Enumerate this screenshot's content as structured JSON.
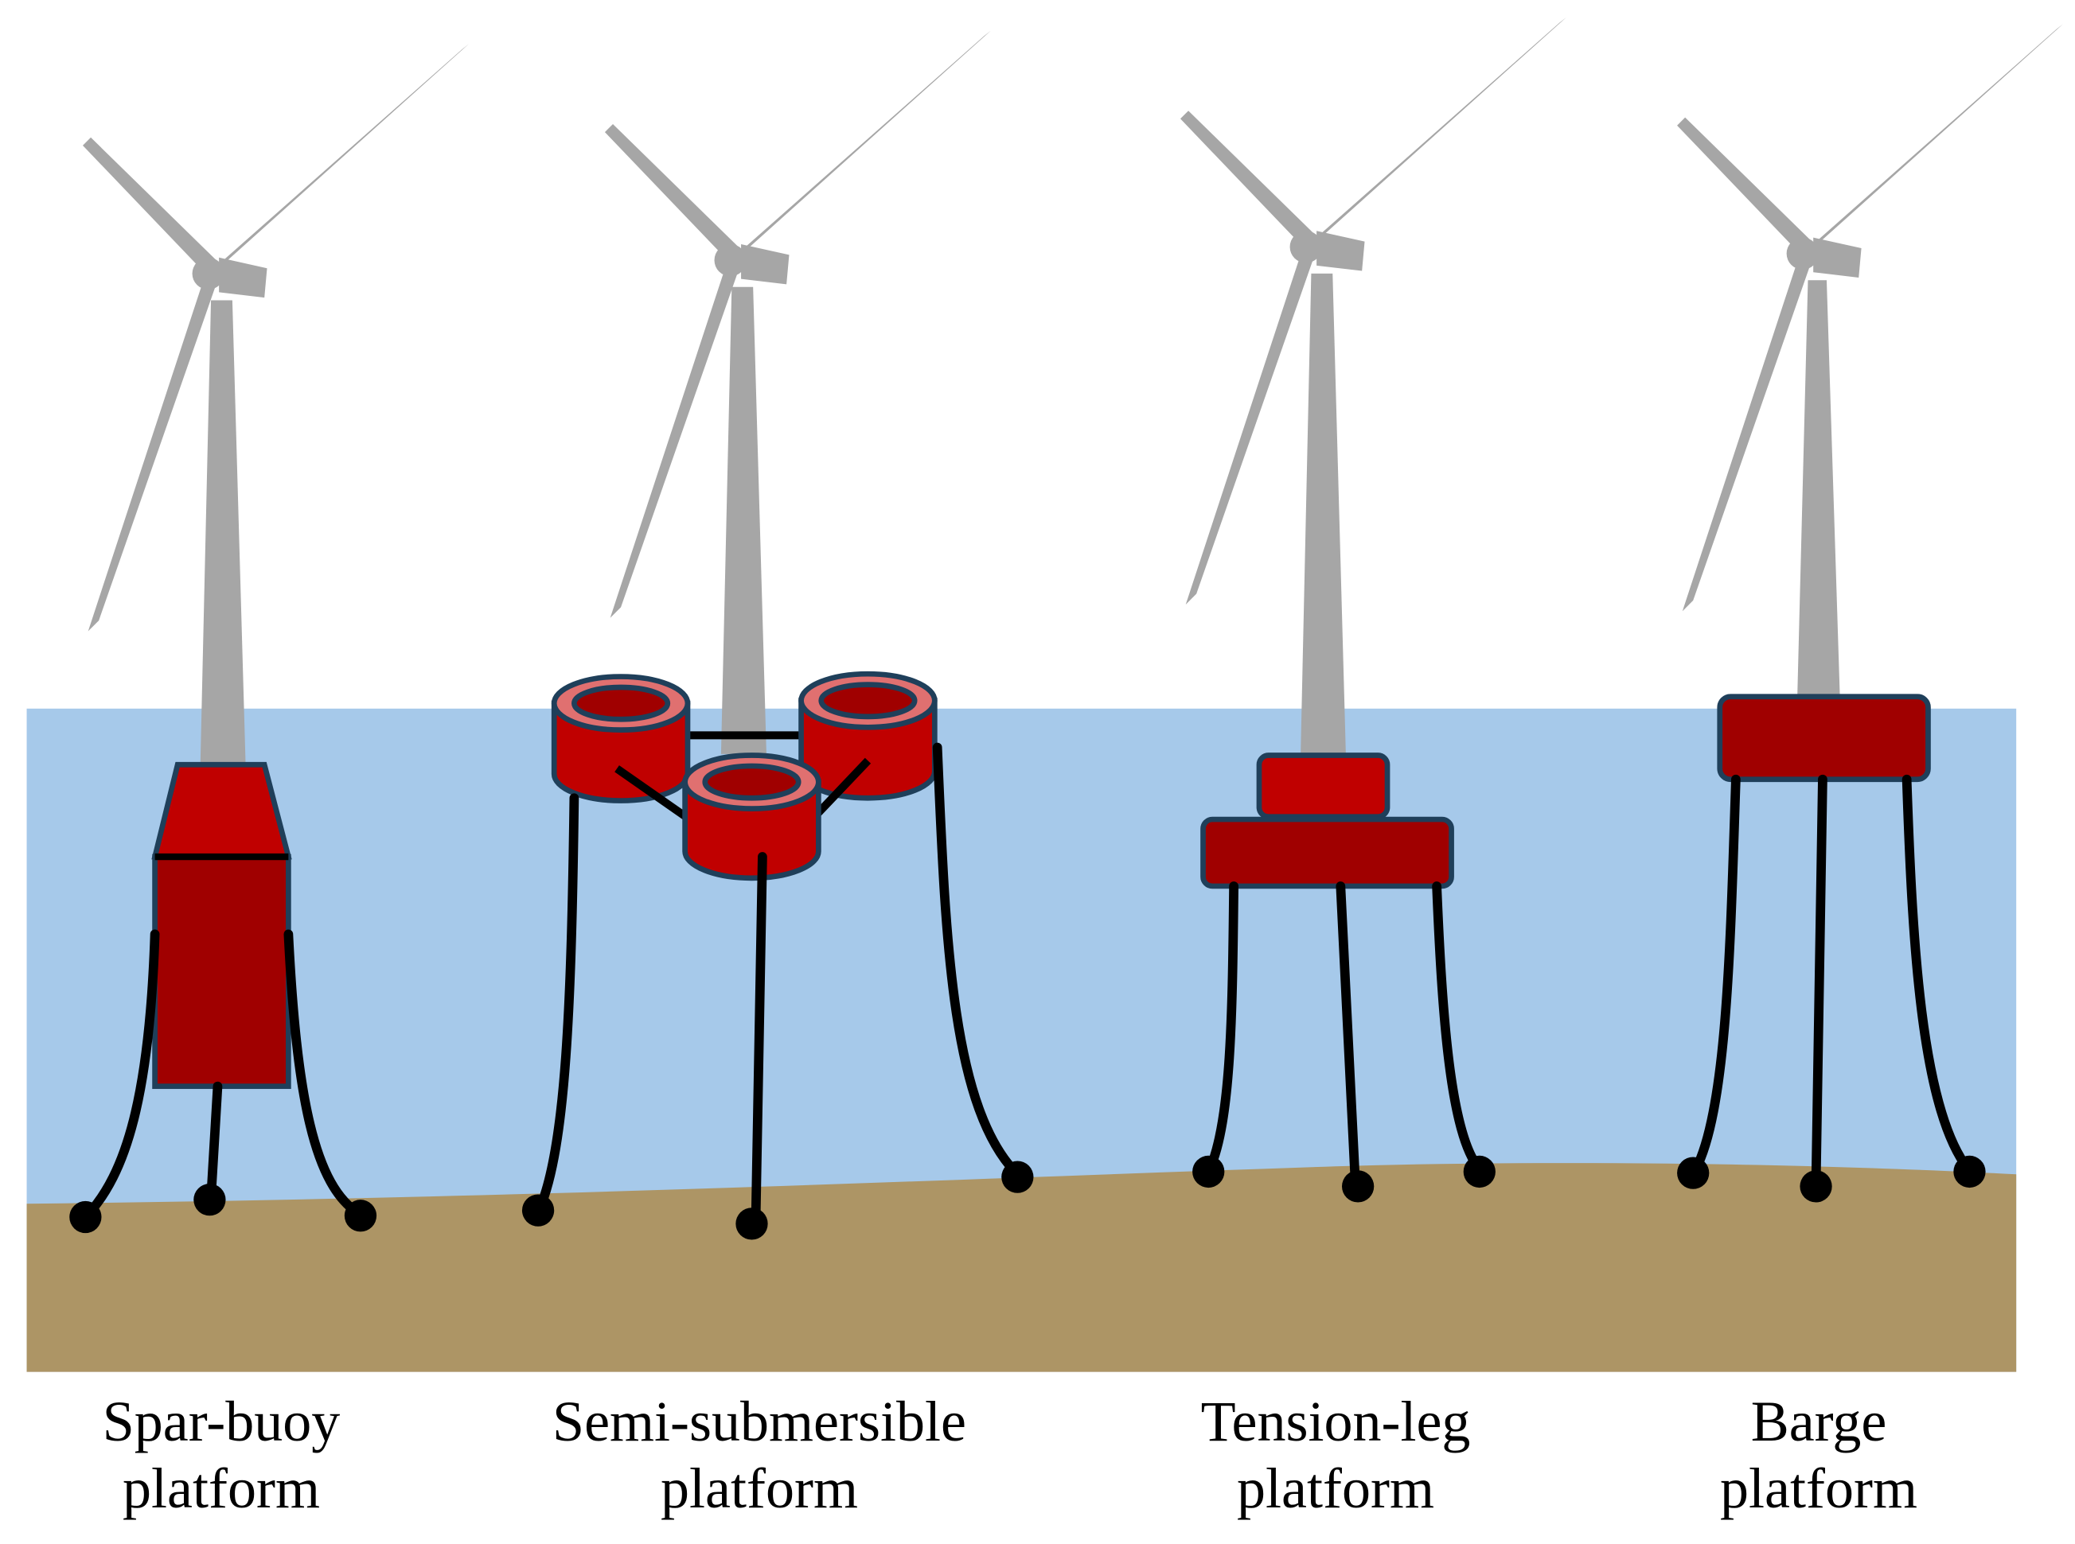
{
  "colors": {
    "water": "#a6c9ea",
    "seabed": "#ad9565",
    "turbine": "#a6a6a6",
    "hull_light": "#c00000",
    "hull_dark": "#a00000",
    "hull_ring": "#e07070",
    "mooring": "#000000"
  },
  "platforms": [
    {
      "key": "spar",
      "line1": "Spar-buoy",
      "line2": "platform"
    },
    {
      "key": "semi",
      "line1": "Semi-submersible",
      "line2": "platform"
    },
    {
      "key": "tlp",
      "line1": "Tension-leg",
      "line2": "platform"
    },
    {
      "key": "barge",
      "line1": "Barge",
      "line2": "platform"
    }
  ]
}
